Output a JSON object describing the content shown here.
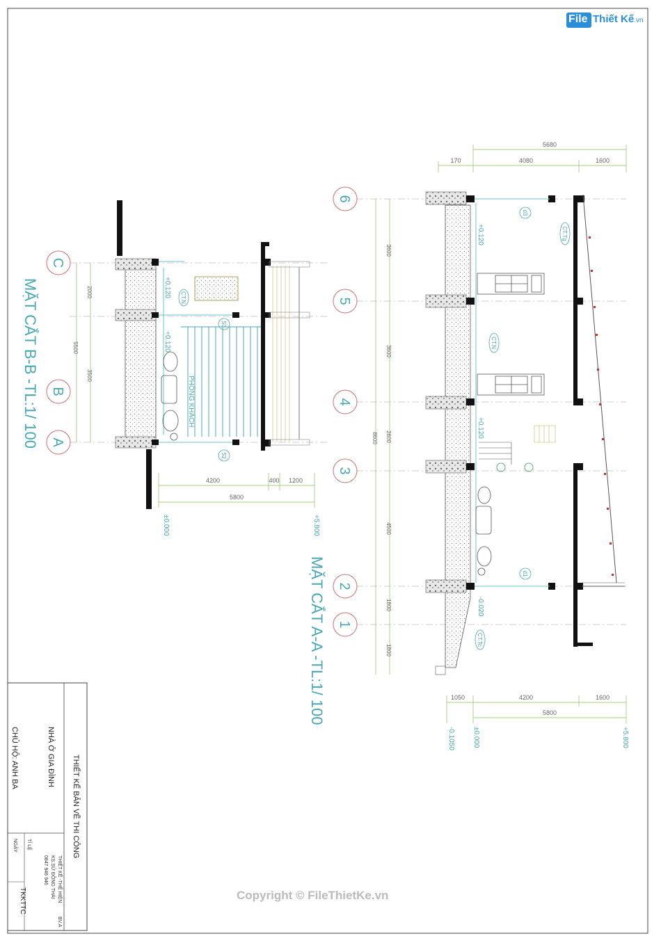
{
  "watermark": {
    "logo_file": "File",
    "logo_rest": "Thiết Kế",
    "logo_domain": ".vn",
    "copyright": "Copyright © FileThietKe.vn",
    "brand_color": "#2a8fd8"
  },
  "section_bb": {
    "title": "MẶT CẮT B-B -TL:1/ 100",
    "axes": [
      "C",
      "B",
      "A"
    ],
    "room_label": "PHÒNG KHÁCH",
    "detail_label": "CT.N",
    "window_tags": [
      "S3",
      "S2"
    ],
    "levels": [
      "+0.120",
      "+0.120",
      "±0.000",
      "+5.800"
    ],
    "dims_bottom": [
      "4200",
      "400",
      "1200",
      "5800"
    ],
    "dims_left": [
      "2000",
      "3500",
      "5500"
    ]
  },
  "section_aa": {
    "title": "MẶT CẮT A-A -TL:1/ 100",
    "axes": [
      "6",
      "5",
      "4",
      "3",
      "2",
      "1"
    ],
    "detail_labels": [
      "CT.Tg",
      "CT.N",
      "CT.Tc"
    ],
    "door_tags": [
      "d3",
      "d1"
    ],
    "levels": [
      "+0.120",
      "+0.120",
      "-0.020",
      "-0.1050",
      "±0.000",
      "+5.800"
    ],
    "dims_top": [
      "170",
      "4080",
      "1600",
      "5680"
    ],
    "dims_bottom": [
      "1050",
      "4200",
      "1600",
      "5800"
    ],
    "dims_left": [
      "3600",
      "3600",
      "2600",
      "4500",
      "1800",
      "1800",
      "8600"
    ]
  },
  "title_block": {
    "design_title": "THIẾT KẾ BẢN VẼ THI CÔNG",
    "project": "NHÀ Ở GIA ĐÌNH",
    "owner": "CHỦ HỘ: ANH BA",
    "designer_line1": "THIẾT KẾ -THỂ HIỆN",
    "designer_line2": "KS.SỬ ĐỒNG THÁI",
    "designer_phone": "0847 946 946",
    "scale_label": "TỈ LỆ",
    "date_label": "NGÀY",
    "code": "TKKTTC",
    "sheet_no": "BV.A"
  }
}
